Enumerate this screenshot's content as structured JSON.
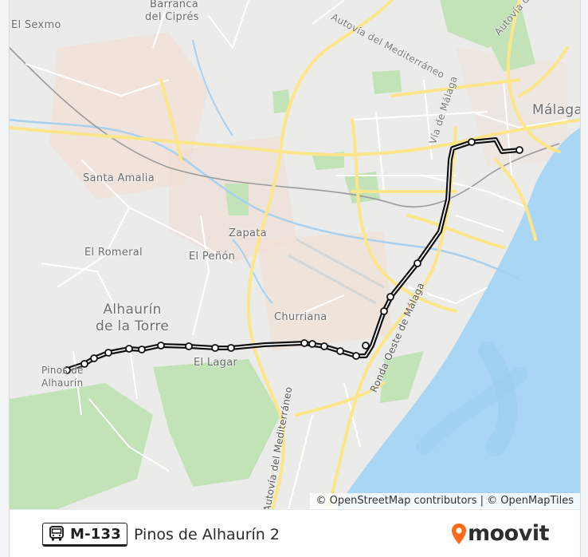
{
  "map": {
    "places": {
      "el_sexmo": "El Sexmo",
      "barranca": "Barranca",
      "cipres": "del Ciprés",
      "santa_amalia": "Santa Amalia",
      "zapata": "Zapata",
      "el_romeral": "El Romeral",
      "el_penon": "El Peñón",
      "alhaurin_line1": "Alhaurín",
      "alhaurin_line2": "de la Torre",
      "churriana": "Churriana",
      "el_lagar": "El Lagar",
      "pinos_line1": "Pinos de",
      "pinos_line2": "Alhaurín",
      "malaga": "Málaga"
    },
    "roads": {
      "autovia_mediterraneo_top": "Autovía del Mediterráneo",
      "autovia_right": "Autovía de",
      "via_malaga": "Vía de Málaga",
      "ronda_oeste": "Ronda Oeste de Málaga",
      "autovia_bottom": "Autovía del Mediterráneo"
    },
    "attribution": "© OpenStreetMap contributors | © OpenMapTiles",
    "colors": {
      "land": "#ebebea",
      "sea": "#a8d7f7",
      "green": "#b8deb0",
      "road_major": "#fde88f",
      "urban": "#f4d8c6",
      "route": "#111111"
    }
  },
  "footer": {
    "route_icon": "bus-icon",
    "route_code": "M-133",
    "route_name": "Pinos de Alhaurín 2",
    "brand_icon": "moovit-pin-icon",
    "brand_name": "moovit",
    "brand_color": "#ff6a1a"
  }
}
